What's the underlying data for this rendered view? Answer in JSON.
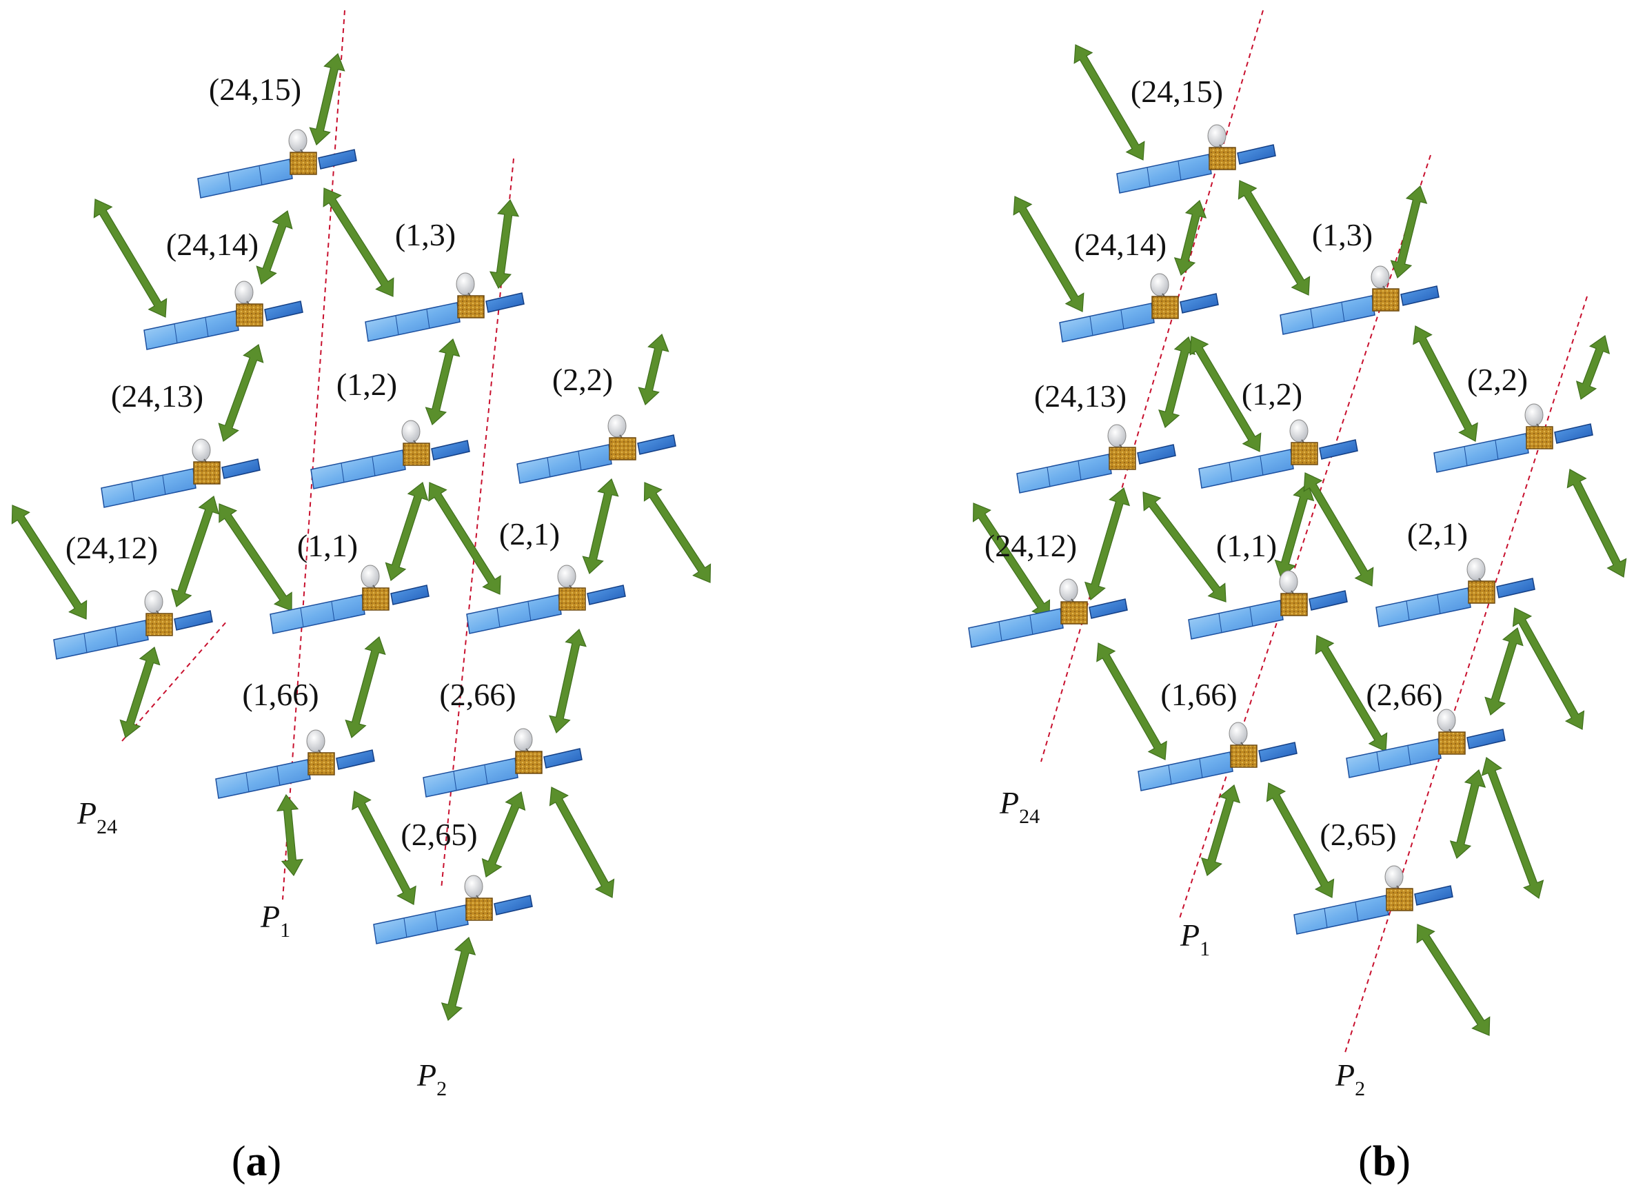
{
  "colors": {
    "arrow": "#5a8f2c",
    "arrow_outline": "#3f6f1c",
    "orbit_line": "#c8102e",
    "panel_light": "#9fd0f5",
    "panel_dark": "#2c6fc8",
    "body": "#c8962a",
    "text": "#111111"
  },
  "icons": {
    "satellite": "satellite-icon",
    "link": "double-headed-arrow-icon"
  },
  "panels": [
    {
      "id": "a",
      "caption_letter": "a",
      "satellites": [
        "(24,15)",
        "(24,14)",
        "(24,13)",
        "(24,12)",
        "(1,3)",
        "(1,2)",
        "(1,1)",
        "(1,66)",
        "(2,2)",
        "(2,1)",
        "(2,66)",
        "(2,65)"
      ],
      "planes": [
        {
          "letter": "P",
          "sub": "24"
        },
        {
          "letter": "P",
          "sub": "1"
        },
        {
          "letter": "P",
          "sub": "2"
        }
      ]
    },
    {
      "id": "b",
      "caption_letter": "b",
      "satellites": [
        "(24,15)",
        "(24,14)",
        "(24,13)",
        "(24,12)",
        "(1,3)",
        "(1,2)",
        "(1,1)",
        "(1,66)",
        "(2,2)",
        "(2,1)",
        "(2,66)",
        "(2,65)"
      ],
      "planes": [
        {
          "letter": "P",
          "sub": "24"
        },
        {
          "letter": "P",
          "sub": "1"
        },
        {
          "letter": "P",
          "sub": "2"
        }
      ]
    }
  ]
}
